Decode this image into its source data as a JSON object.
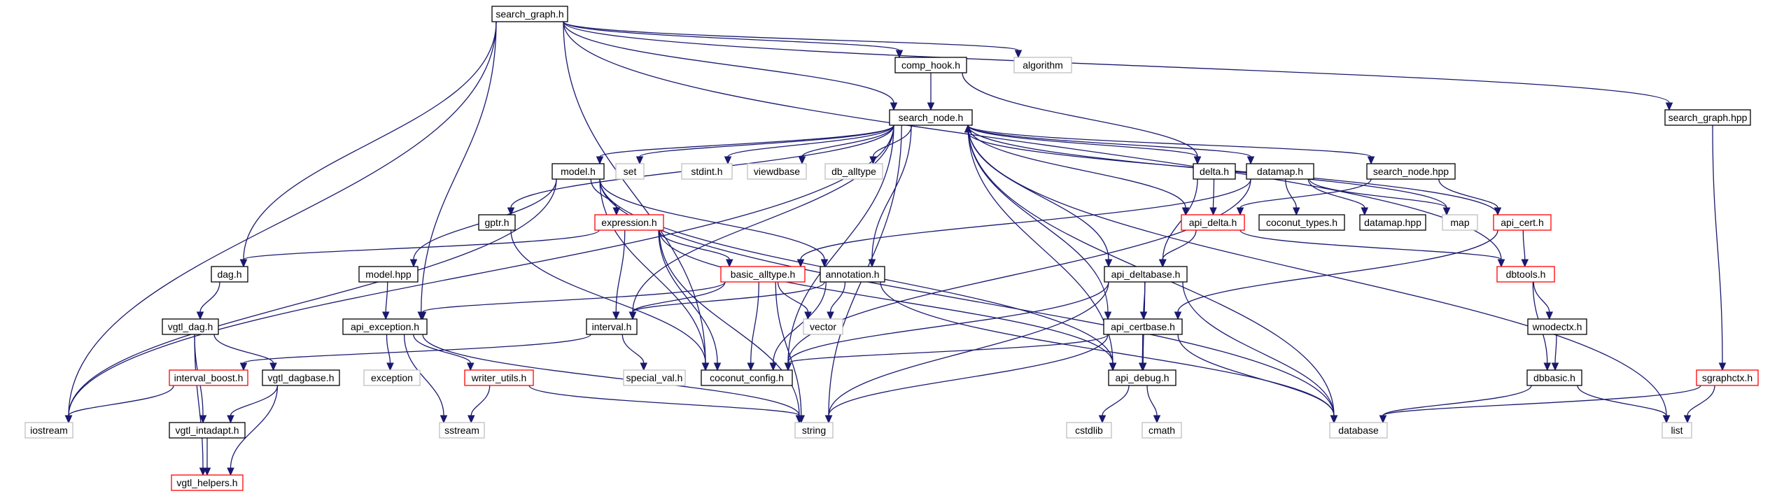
{
  "diagram": {
    "colors": {
      "edge": "#191970",
      "root_fill": "#bfbfbf",
      "root_border": "#000000",
      "local_border": "#000000",
      "system_border": "#bfbfbf",
      "truncated_border": "#ff0000"
    },
    "nodes": [
      {
        "id": "search_graph_h",
        "label": "search_graph.h",
        "kind": "root"
      },
      {
        "id": "algorithm",
        "label": "algorithm",
        "kind": "system"
      },
      {
        "id": "comp_hook_h",
        "label": "comp_hook.h",
        "kind": "local"
      },
      {
        "id": "search_graph_hpp",
        "label": "search_graph.hpp",
        "kind": "local"
      },
      {
        "id": "search_node_h",
        "label": "search_node.h",
        "kind": "local"
      },
      {
        "id": "model_h",
        "label": "model.h",
        "kind": "local"
      },
      {
        "id": "set",
        "label": "set",
        "kind": "system"
      },
      {
        "id": "stdint_h",
        "label": "stdint.h",
        "kind": "system"
      },
      {
        "id": "viewdbase",
        "label": "viewdbase",
        "kind": "system"
      },
      {
        "id": "db_alltype",
        "label": "db_alltype",
        "kind": "system"
      },
      {
        "id": "delta_h",
        "label": "delta.h",
        "kind": "local"
      },
      {
        "id": "datamap_h",
        "label": "datamap.h",
        "kind": "local"
      },
      {
        "id": "search_node_hpp",
        "label": "search_node.hpp",
        "kind": "local"
      },
      {
        "id": "gptr_h",
        "label": "gptr.h",
        "kind": "local"
      },
      {
        "id": "expression_h",
        "label": "expression.h",
        "kind": "truncated"
      },
      {
        "id": "api_delta_h",
        "label": "api_delta.h",
        "kind": "truncated"
      },
      {
        "id": "coconut_types_h",
        "label": "coconut_types.h",
        "kind": "local"
      },
      {
        "id": "datamap_hpp",
        "label": "datamap.hpp",
        "kind": "local"
      },
      {
        "id": "map",
        "label": "map",
        "kind": "system"
      },
      {
        "id": "api_cert_h",
        "label": "api_cert.h",
        "kind": "truncated"
      },
      {
        "id": "dag_h",
        "label": "dag.h",
        "kind": "local"
      },
      {
        "id": "model_hpp",
        "label": "model.hpp",
        "kind": "local"
      },
      {
        "id": "basic_alltype_h",
        "label": "basic_alltype.h",
        "kind": "truncated"
      },
      {
        "id": "annotation_h",
        "label": "annotation.h",
        "kind": "local"
      },
      {
        "id": "api_deltabase_h",
        "label": "api_deltabase.h",
        "kind": "local"
      },
      {
        "id": "dbtools_h",
        "label": "dbtools.h",
        "kind": "truncated"
      },
      {
        "id": "vgtl_dag_h",
        "label": "vgtl_dag.h",
        "kind": "local"
      },
      {
        "id": "api_exception_h",
        "label": "api_exception.h",
        "kind": "local"
      },
      {
        "id": "interval_h",
        "label": "interval.h",
        "kind": "local"
      },
      {
        "id": "vector",
        "label": "vector",
        "kind": "system"
      },
      {
        "id": "api_certbase_h",
        "label": "api_certbase.h",
        "kind": "local"
      },
      {
        "id": "wnodectx_h",
        "label": "wnodectx.h",
        "kind": "local"
      },
      {
        "id": "interval_boost_h",
        "label": "interval_boost.h",
        "kind": "truncated"
      },
      {
        "id": "vgtl_dagbase_h",
        "label": "vgtl_dagbase.h",
        "kind": "local"
      },
      {
        "id": "exception",
        "label": "exception",
        "kind": "system"
      },
      {
        "id": "writer_utils_h",
        "label": "writer_utils.h",
        "kind": "truncated"
      },
      {
        "id": "special_val_h",
        "label": "special_val.h",
        "kind": "system"
      },
      {
        "id": "coconut_config_h",
        "label": "coconut_config.h",
        "kind": "local"
      },
      {
        "id": "api_debug_h",
        "label": "api_debug.h",
        "kind": "local"
      },
      {
        "id": "dbbasic_h",
        "label": "dbbasic.h",
        "kind": "local"
      },
      {
        "id": "sgraphctx_h",
        "label": "sgraphctx.h",
        "kind": "truncated"
      },
      {
        "id": "iostream",
        "label": "iostream",
        "kind": "system"
      },
      {
        "id": "vgtl_intadapt_h",
        "label": "vgtl_intadapt.h",
        "kind": "local"
      },
      {
        "id": "sstream",
        "label": "sstream",
        "kind": "system"
      },
      {
        "id": "string",
        "label": "string",
        "kind": "system"
      },
      {
        "id": "cstdlib",
        "label": "cstdlib",
        "kind": "system"
      },
      {
        "id": "cmath",
        "label": "cmath",
        "kind": "system"
      },
      {
        "id": "database",
        "label": "database",
        "kind": "system"
      },
      {
        "id": "list",
        "label": "list",
        "kind": "system"
      },
      {
        "id": "vgtl_helpers_h",
        "label": "vgtl_helpers.h",
        "kind": "truncated"
      }
    ],
    "edges": [
      [
        "search_graph_h",
        "algorithm"
      ],
      [
        "search_graph_h",
        "comp_hook_h"
      ],
      [
        "search_graph_h",
        "search_graph_hpp"
      ],
      [
        "search_graph_h",
        "search_node_h"
      ],
      [
        "search_graph_h",
        "dag_h"
      ],
      [
        "search_graph_h",
        "api_exception_h"
      ],
      [
        "search_graph_h",
        "coconut_config_h"
      ],
      [
        "search_graph_h",
        "iostream"
      ],
      [
        "search_graph_h",
        "dbtools_h"
      ],
      [
        "comp_hook_h",
        "search_node_h"
      ],
      [
        "comp_hook_h",
        "delta_h"
      ],
      [
        "search_graph_hpp",
        "sgraphctx_h"
      ],
      [
        "search_node_h",
        "model_h"
      ],
      [
        "search_node_h",
        "set"
      ],
      [
        "search_node_h",
        "stdint_h"
      ],
      [
        "search_node_h",
        "viewdbase"
      ],
      [
        "search_node_h",
        "db_alltype"
      ],
      [
        "search_node_h",
        "delta_h"
      ],
      [
        "search_node_h",
        "datamap_h"
      ],
      [
        "search_node_h",
        "search_node_hpp"
      ],
      [
        "search_node_h",
        "gptr_h"
      ],
      [
        "search_node_h",
        "api_delta_h"
      ],
      [
        "search_node_h",
        "map"
      ],
      [
        "search_node_h",
        "annotation_h"
      ],
      [
        "search_node_h",
        "api_deltabase_h"
      ],
      [
        "search_node_h",
        "interval_h"
      ],
      [
        "search_node_h",
        "api_certbase_h"
      ],
      [
        "search_node_h",
        "coconut_config_h"
      ],
      [
        "search_node_h",
        "api_debug_h"
      ],
      [
        "search_node_h",
        "iostream"
      ],
      [
        "search_node_h",
        "string"
      ],
      [
        "search_node_h",
        "database"
      ],
      [
        "search_node_h",
        "list"
      ],
      [
        "model_h",
        "expression_h"
      ],
      [
        "model_h",
        "model_hpp"
      ],
      [
        "model_h",
        "annotation_h"
      ],
      [
        "model_h",
        "coconut_config_h"
      ],
      [
        "model_h",
        "api_debug_h"
      ],
      [
        "model_h",
        "iostream"
      ],
      [
        "model_h",
        "database"
      ],
      [
        "delta_h",
        "api_delta_h"
      ],
      [
        "delta_h",
        "api_deltabase_h"
      ],
      [
        "datamap_h",
        "coconut_types_h"
      ],
      [
        "datamap_h",
        "datamap_hpp"
      ],
      [
        "datamap_h",
        "map"
      ],
      [
        "datamap_h",
        "basic_alltype_h"
      ],
      [
        "datamap_h",
        "coconut_config_h"
      ],
      [
        "search_node_hpp",
        "api_cert_h"
      ],
      [
        "search_node_hpp",
        "api_delta_h"
      ],
      [
        "gptr_h",
        "coconut_config_h"
      ],
      [
        "expression_h",
        "basic_alltype_h"
      ],
      [
        "expression_h",
        "interval_h"
      ],
      [
        "expression_h",
        "dag_h"
      ],
      [
        "expression_h",
        "coconut_config_h"
      ],
      [
        "expression_h",
        "api_debug_h"
      ],
      [
        "expression_h",
        "string"
      ],
      [
        "api_delta_h",
        "api_deltabase_h"
      ],
      [
        "api_delta_h",
        "dbtools_h"
      ],
      [
        "api_cert_h",
        "dbtools_h"
      ],
      [
        "api_cert_h",
        "search_node_h"
      ],
      [
        "api_cert_h",
        "api_certbase_h"
      ],
      [
        "dag_h",
        "vgtl_dag_h"
      ],
      [
        "model_hpp",
        "api_exception_h"
      ],
      [
        "basic_alltype_h",
        "interval_h"
      ],
      [
        "basic_alltype_h",
        "vector"
      ],
      [
        "basic_alltype_h",
        "coconut_config_h"
      ],
      [
        "basic_alltype_h",
        "string"
      ],
      [
        "basic_alltype_h",
        "api_exception_h"
      ],
      [
        "annotation_h",
        "interval_h"
      ],
      [
        "annotation_h",
        "vector"
      ],
      [
        "annotation_h",
        "coconut_config_h"
      ],
      [
        "annotation_h",
        "database"
      ],
      [
        "api_deltabase_h",
        "api_certbase_h"
      ],
      [
        "api_deltabase_h",
        "api_debug_h"
      ],
      [
        "api_deltabase_h",
        "coconut_config_h"
      ],
      [
        "api_deltabase_h",
        "string"
      ],
      [
        "api_deltabase_h",
        "database"
      ],
      [
        "dbtools_h",
        "wnodectx_h"
      ],
      [
        "dbtools_h",
        "dbbasic_h"
      ],
      [
        "vgtl_dag_h",
        "vgtl_dagbase_h"
      ],
      [
        "vgtl_dag_h",
        "vgtl_intadapt_h"
      ],
      [
        "vgtl_dag_h",
        "vgtl_helpers_h"
      ],
      [
        "api_exception_h",
        "exception"
      ],
      [
        "api_exception_h",
        "writer_utils_h"
      ],
      [
        "api_exception_h",
        "sstream"
      ],
      [
        "api_exception_h",
        "string"
      ],
      [
        "interval_h",
        "special_val_h"
      ],
      [
        "interval_h",
        "interval_boost_h"
      ],
      [
        "api_certbase_h",
        "api_debug_h"
      ],
      [
        "api_certbase_h",
        "coconut_config_h"
      ],
      [
        "api_certbase_h",
        "string"
      ],
      [
        "api_certbase_h",
        "database"
      ],
      [
        "wnodectx_h",
        "dbbasic_h"
      ],
      [
        "interval_boost_h",
        "iostream"
      ],
      [
        "vgtl_dagbase_h",
        "vgtl_intadapt_h"
      ],
      [
        "vgtl_dagbase_h",
        "vgtl_helpers_h"
      ],
      [
        "writer_utils_h",
        "sstream"
      ],
      [
        "writer_utils_h",
        "string"
      ],
      [
        "api_debug_h",
        "cstdlib"
      ],
      [
        "api_debug_h",
        "cmath"
      ],
      [
        "dbbasic_h",
        "database"
      ],
      [
        "dbbasic_h",
        "list"
      ],
      [
        "sgraphctx_h",
        "database"
      ],
      [
        "sgraphctx_h",
        "list"
      ],
      [
        "vgtl_intadapt_h",
        "vgtl_helpers_h"
      ]
    ]
  }
}
